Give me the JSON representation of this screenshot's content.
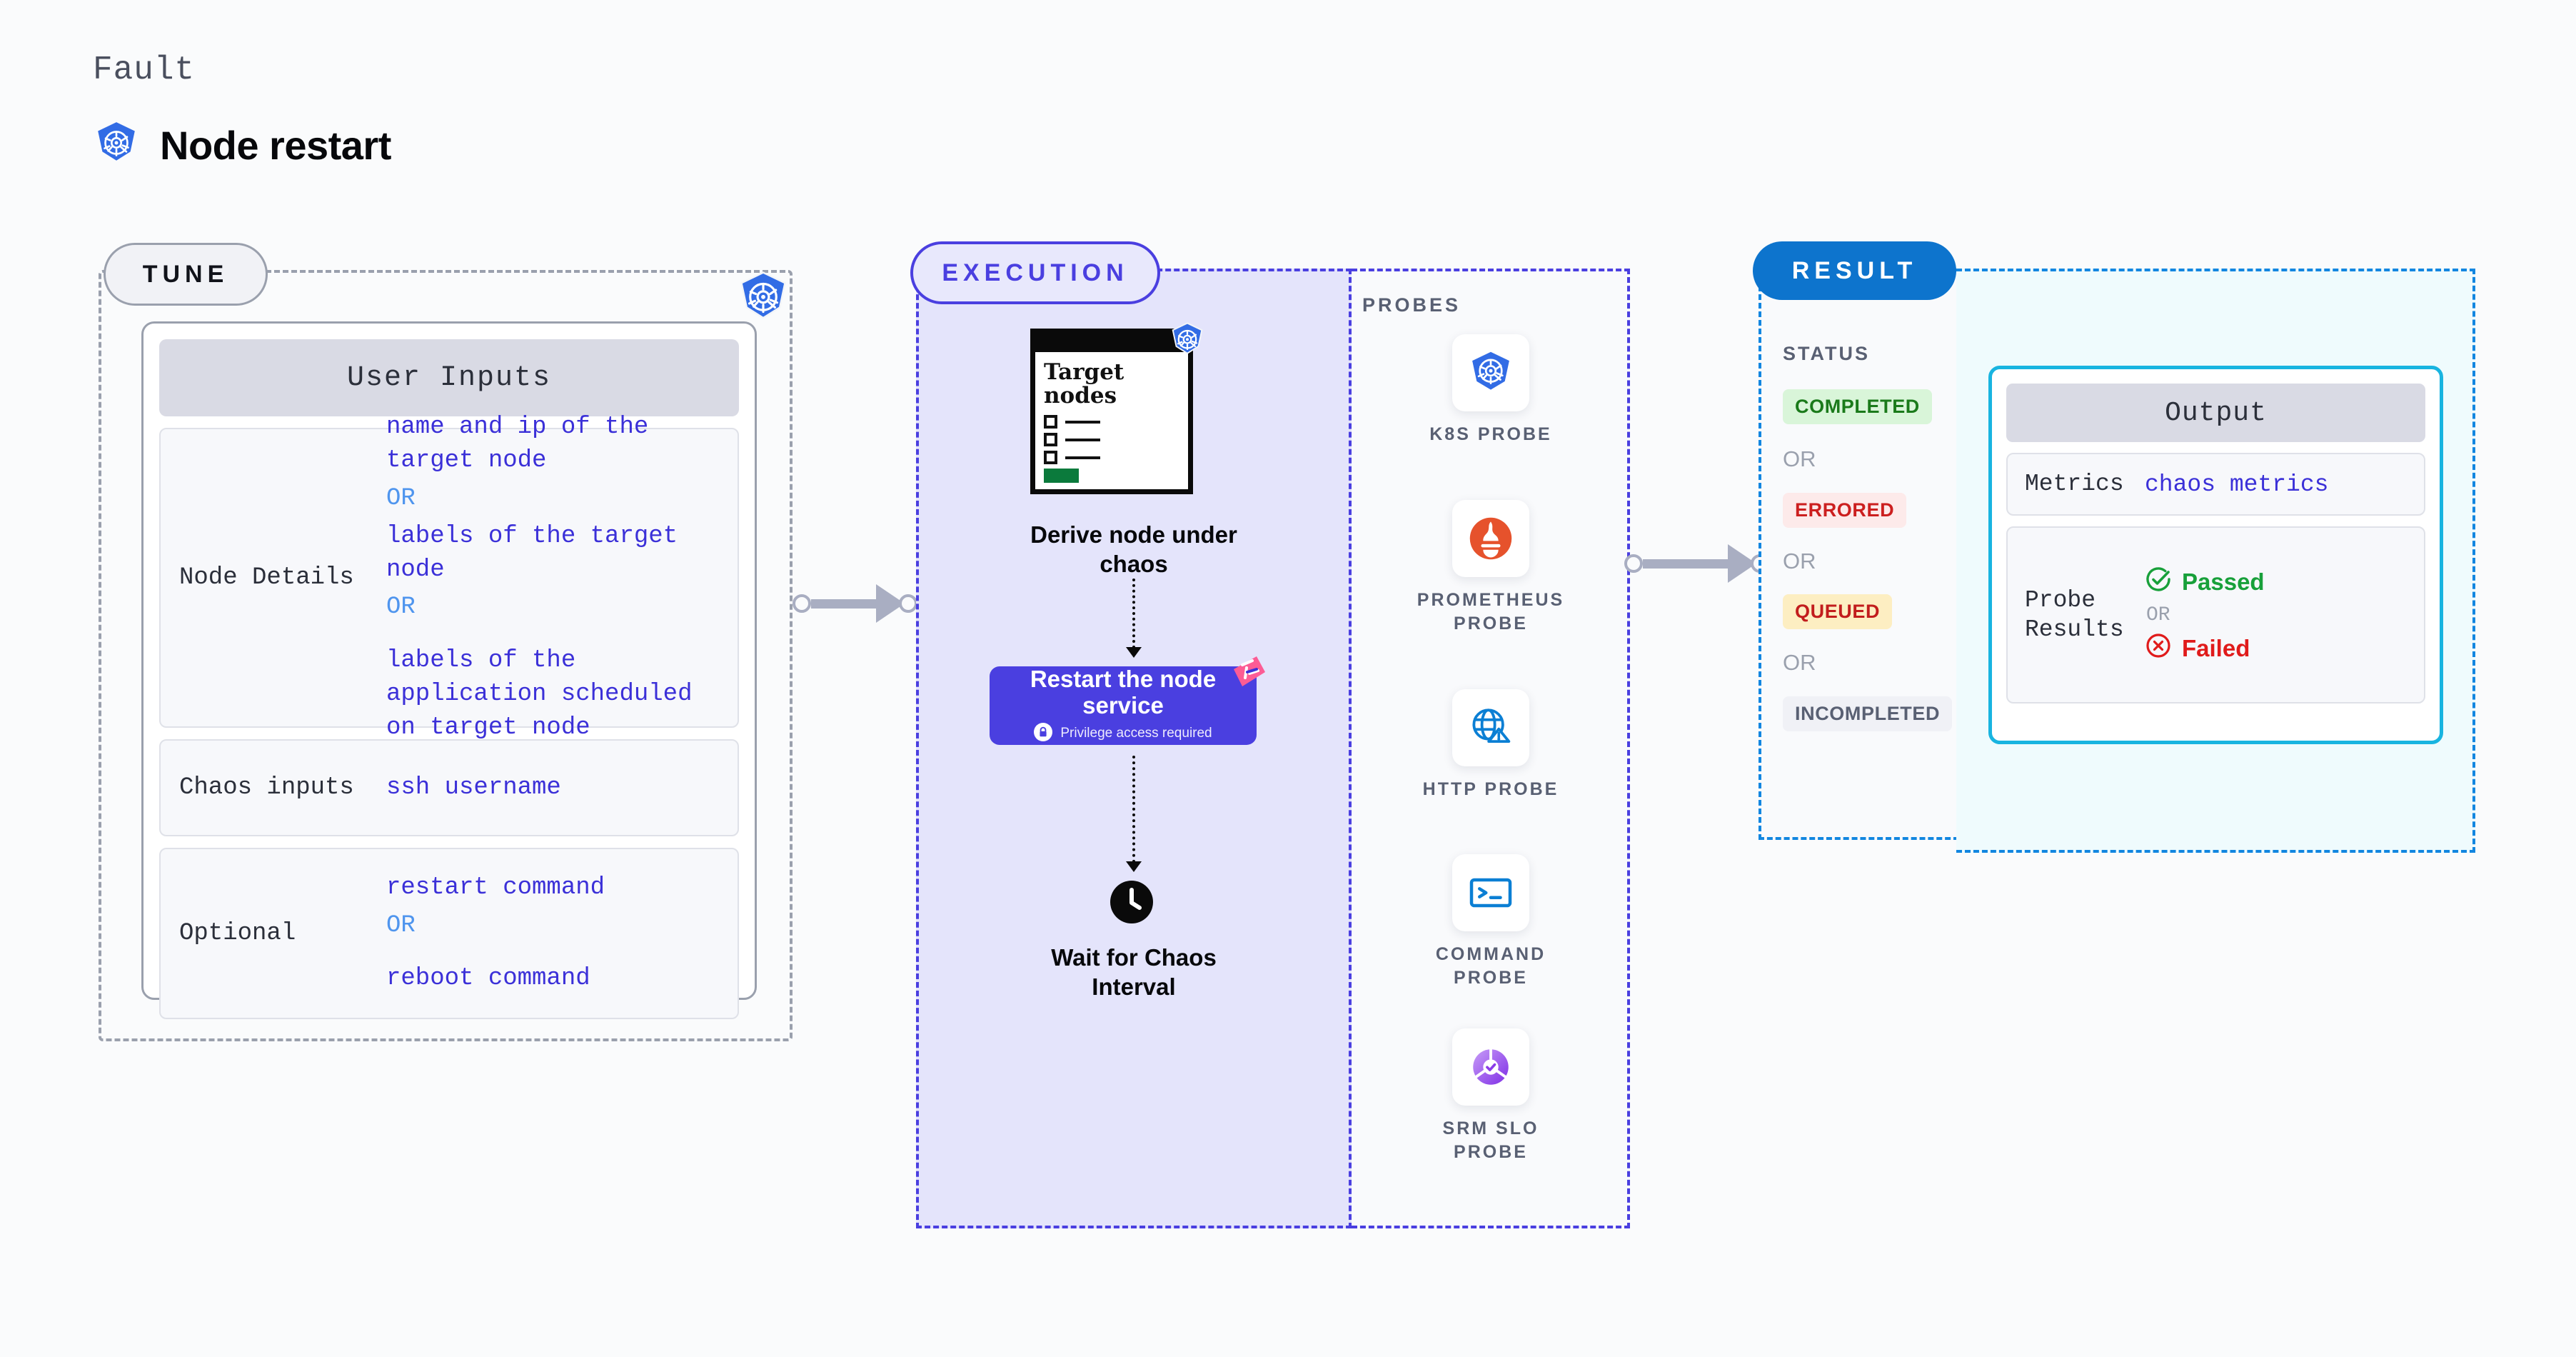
{
  "header": {
    "fault_label": "Fault",
    "title": "Node restart",
    "icon": "kubernetes-icon"
  },
  "tune": {
    "pill_label": "TUNE",
    "card_title": "User Inputs",
    "badge_icon": "kubernetes-icon",
    "rows": [
      {
        "key": "Node Details",
        "values": [
          "name and ip of the\ntarget node",
          "labels of the\ntarget node",
          "labels of the application\n scheduled on target node"
        ],
        "separator": "OR"
      },
      {
        "key": "Chaos inputs",
        "values": [
          "ssh username"
        ],
        "separator": ""
      },
      {
        "key": "Optional",
        "values": [
          "restart command",
          "reboot command"
        ],
        "separator": "OR"
      }
    ]
  },
  "execution": {
    "pill_label": "EXECUTION",
    "target_card": {
      "title": "Target\nnodes",
      "badge_icon": "kubernetes-icon",
      "checkbox_count": 3
    },
    "steps": [
      {
        "label": "Derive node under\nchaos"
      },
      {
        "label": "Restart the node\nservice",
        "note": "Privilege access required",
        "note_icon": "lock-icon",
        "ribbon_icon": "harness-ribbon-icon"
      },
      {
        "label": "Wait for Chaos\nInterval",
        "icon": "clock-icon"
      }
    ],
    "probes": {
      "title": "PROBES",
      "items": [
        {
          "label": "K8S PROBE",
          "icon": "kubernetes-icon"
        },
        {
          "label": "PROMETHEUS\nPROBE",
          "icon": "prometheus-icon"
        },
        {
          "label": "HTTP PROBE",
          "icon": "globe-warning-icon"
        },
        {
          "label": "COMMAND\nPROBE",
          "icon": "terminal-icon"
        },
        {
          "label": "SRM SLO\nPROBE",
          "icon": "slo-gauge-icon"
        }
      ]
    }
  },
  "result": {
    "pill_label": "RESULT",
    "status_title": "STATUS",
    "separator": "OR",
    "statuses": [
      {
        "label": "COMPLETED",
        "bg": "#d9f5d9",
        "fg": "#1a7a1a"
      },
      {
        "label": "ERRORED",
        "bg": "#fdeaea",
        "fg": "#cc1f1f"
      },
      {
        "label": "QUEUED",
        "bg": "#fdeec2",
        "fg": "#c21d1d"
      },
      {
        "label": "INCOMPLETED",
        "bg": "#f0f1f6",
        "fg": "#596073"
      }
    ],
    "output": {
      "card_title": "Output",
      "metrics_key": "Metrics",
      "metrics_value": "chaos metrics",
      "probe_key": "Probe\nResults",
      "probe_pass": "Passed",
      "probe_fail": "Failed",
      "probe_separator": "OR",
      "pass_icon": "check-circle-icon",
      "fail_icon": "x-circle-icon"
    }
  },
  "colors": {
    "accent_blue": "#0d74cd",
    "execution_purple": "#4a3fe0",
    "cyan": "#18b4e0",
    "k8s_blue": "#326ce5",
    "green": "#18a03a",
    "red": "#e01b1b"
  }
}
